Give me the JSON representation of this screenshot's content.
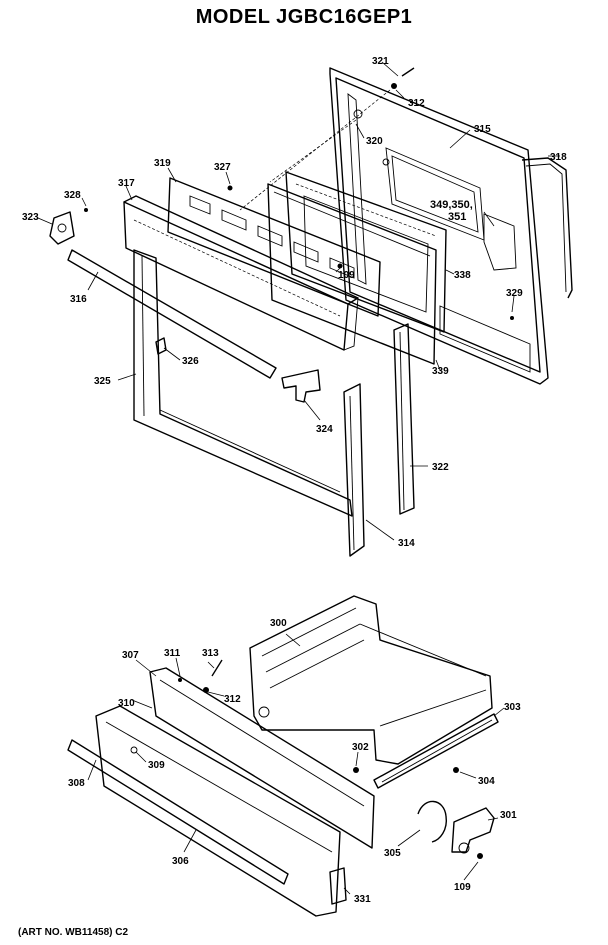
{
  "title": "MODEL JGBC16GEP1",
  "art_number": "(ART NO. WB11458) C2",
  "callouts": {
    "p321": "321",
    "p312a": "312",
    "p315": "315",
    "p320": "320",
    "p318": "318",
    "p319": "319",
    "p327": "327",
    "p328": "328",
    "p317": "317",
    "p323": "323",
    "p349": "349,350,",
    "p351": "351",
    "p109a": "109",
    "p338": "338",
    "p329": "329",
    "p316": "316",
    "p326": "326",
    "p325": "325",
    "p339": "339",
    "p324": "324",
    "p322": "322",
    "p314": "314",
    "p300": "300",
    "p307": "307",
    "p311": "311",
    "p313": "313",
    "p312b": "312",
    "p310": "310",
    "p303": "303",
    "p308": "308",
    "p309": "309",
    "p302": "302",
    "p304": "304",
    "p301": "301",
    "p305": "305",
    "p306": "306",
    "p109b": "109",
    "p331": "331"
  }
}
